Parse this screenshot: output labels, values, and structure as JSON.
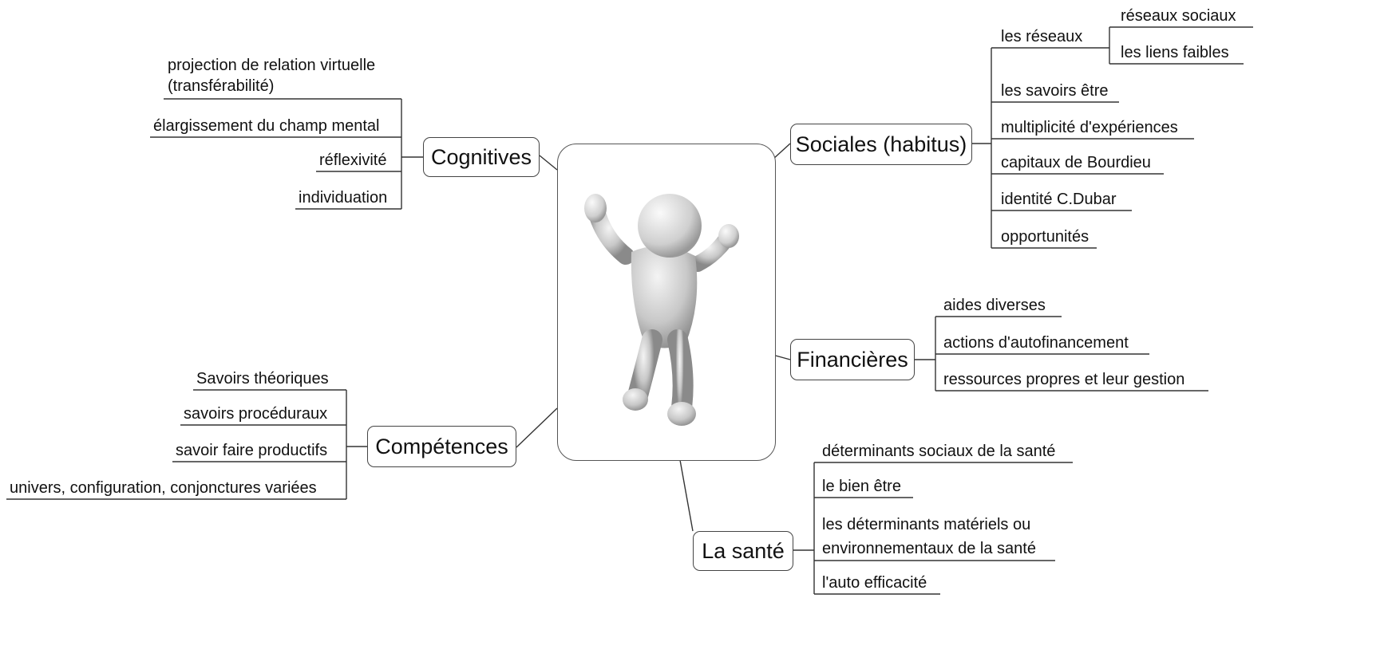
{
  "cognitives": {
    "label": "Cognitives",
    "items": [
      "projection de relation virtuelle",
      "(transférabilité)",
      "élargissement du champ mental",
      "réflexivité",
      "individuation"
    ]
  },
  "competences": {
    "label": "Compétences",
    "items": [
      "Savoirs théoriques",
      "savoirs procéduraux",
      "savoir faire productifs",
      "univers, configuration, conjonctures variées"
    ]
  },
  "sociales": {
    "label": "Sociales (habitus)",
    "reseaux": "les réseaux",
    "reseaux_children": [
      "réseaux sociaux",
      "les liens faibles"
    ],
    "items": [
      "les savoirs être",
      "multiplicité d'expériences",
      "capitaux de Bourdieu",
      "identité C.Dubar",
      "opportunités"
    ]
  },
  "financieres": {
    "label": "Financières",
    "items": [
      "aides diverses",
      "actions d'autofinancement",
      "ressources propres et leur gestion"
    ]
  },
  "sante": {
    "label": "La santé",
    "items": [
      "déterminants sociaux de la santé",
      "le bien être",
      "les déterminants matériels ou",
      "environnementaux de la santé",
      "l'auto efficacité"
    ]
  }
}
